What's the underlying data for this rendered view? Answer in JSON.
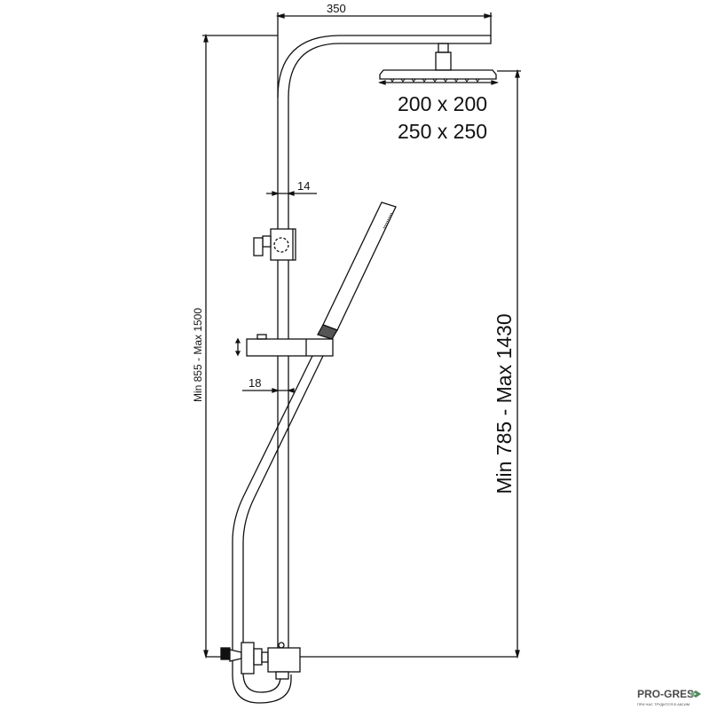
{
  "dimensions": {
    "arm_length": "350",
    "head_size_1": "200 x 200",
    "head_size_2": "250 x 250",
    "rail_diameter": "14",
    "slider_offset": "18",
    "total_height": "Min 855  -  Max 1500",
    "head_height": "Min 785 - Max 1430"
  },
  "logo": {
    "name": "PRO-GRES",
    "tagline": "ПРИ НАС ТРУДИТСЯ В АКСИМ"
  },
  "colors": {
    "line": "#111111",
    "logo_text": "#4a4a4a",
    "logo_accent": "#4f8a5e"
  }
}
